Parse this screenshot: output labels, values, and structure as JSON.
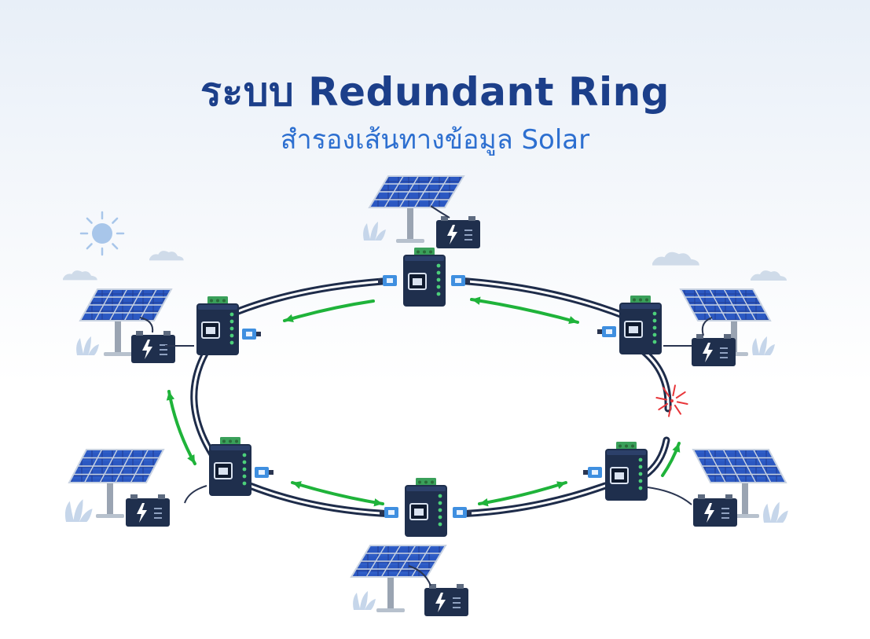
{
  "header": {
    "title": "ระบบ Redundant Ring",
    "subtitle": "สำรองเส้นทางข้อมูล Solar"
  },
  "colors": {
    "title": "#1c3f8a",
    "subtitle": "#2d6fd0",
    "cable": "#1e2c4a",
    "switch_body": "#1f2f4d",
    "connector": "#3f8fe0",
    "terminal": "#3aa05a",
    "led": "#4cd07a",
    "arrow": "#1fb33a",
    "break": "#e8363a",
    "panel": "#22409a",
    "battery": "#1f2f4d",
    "bolt": "#ffffff",
    "cloud": "#cfdbe9",
    "sun": "#a8c6ea",
    "plant": "#c6d6ea"
  },
  "icons": [
    "sun-icon",
    "cloud-icon",
    "solar-panel-icon",
    "battery-icon",
    "bolt-icon",
    "network-switch-icon",
    "ethernet-port-icon",
    "bidirectional-arrow-icon",
    "cable-break-icon",
    "plant-icon"
  ],
  "nodes": [
    {
      "id": "node-top"
    },
    {
      "id": "node-right-upper"
    },
    {
      "id": "node-right-lower"
    },
    {
      "id": "node-bottom"
    },
    {
      "id": "node-left-lower"
    },
    {
      "id": "node-left-upper"
    }
  ],
  "links": [
    {
      "from": "node-top",
      "to": "node-left-upper",
      "status": "active"
    },
    {
      "from": "node-top",
      "to": "node-right-upper",
      "status": "active"
    },
    {
      "from": "node-right-upper",
      "to": "node-right-lower",
      "status": "broken"
    },
    {
      "from": "node-right-lower",
      "to": "node-bottom",
      "status": "active"
    },
    {
      "from": "node-bottom",
      "to": "node-left-lower",
      "status": "active"
    },
    {
      "from": "node-left-lower",
      "to": "node-left-upper",
      "status": "active"
    }
  ]
}
